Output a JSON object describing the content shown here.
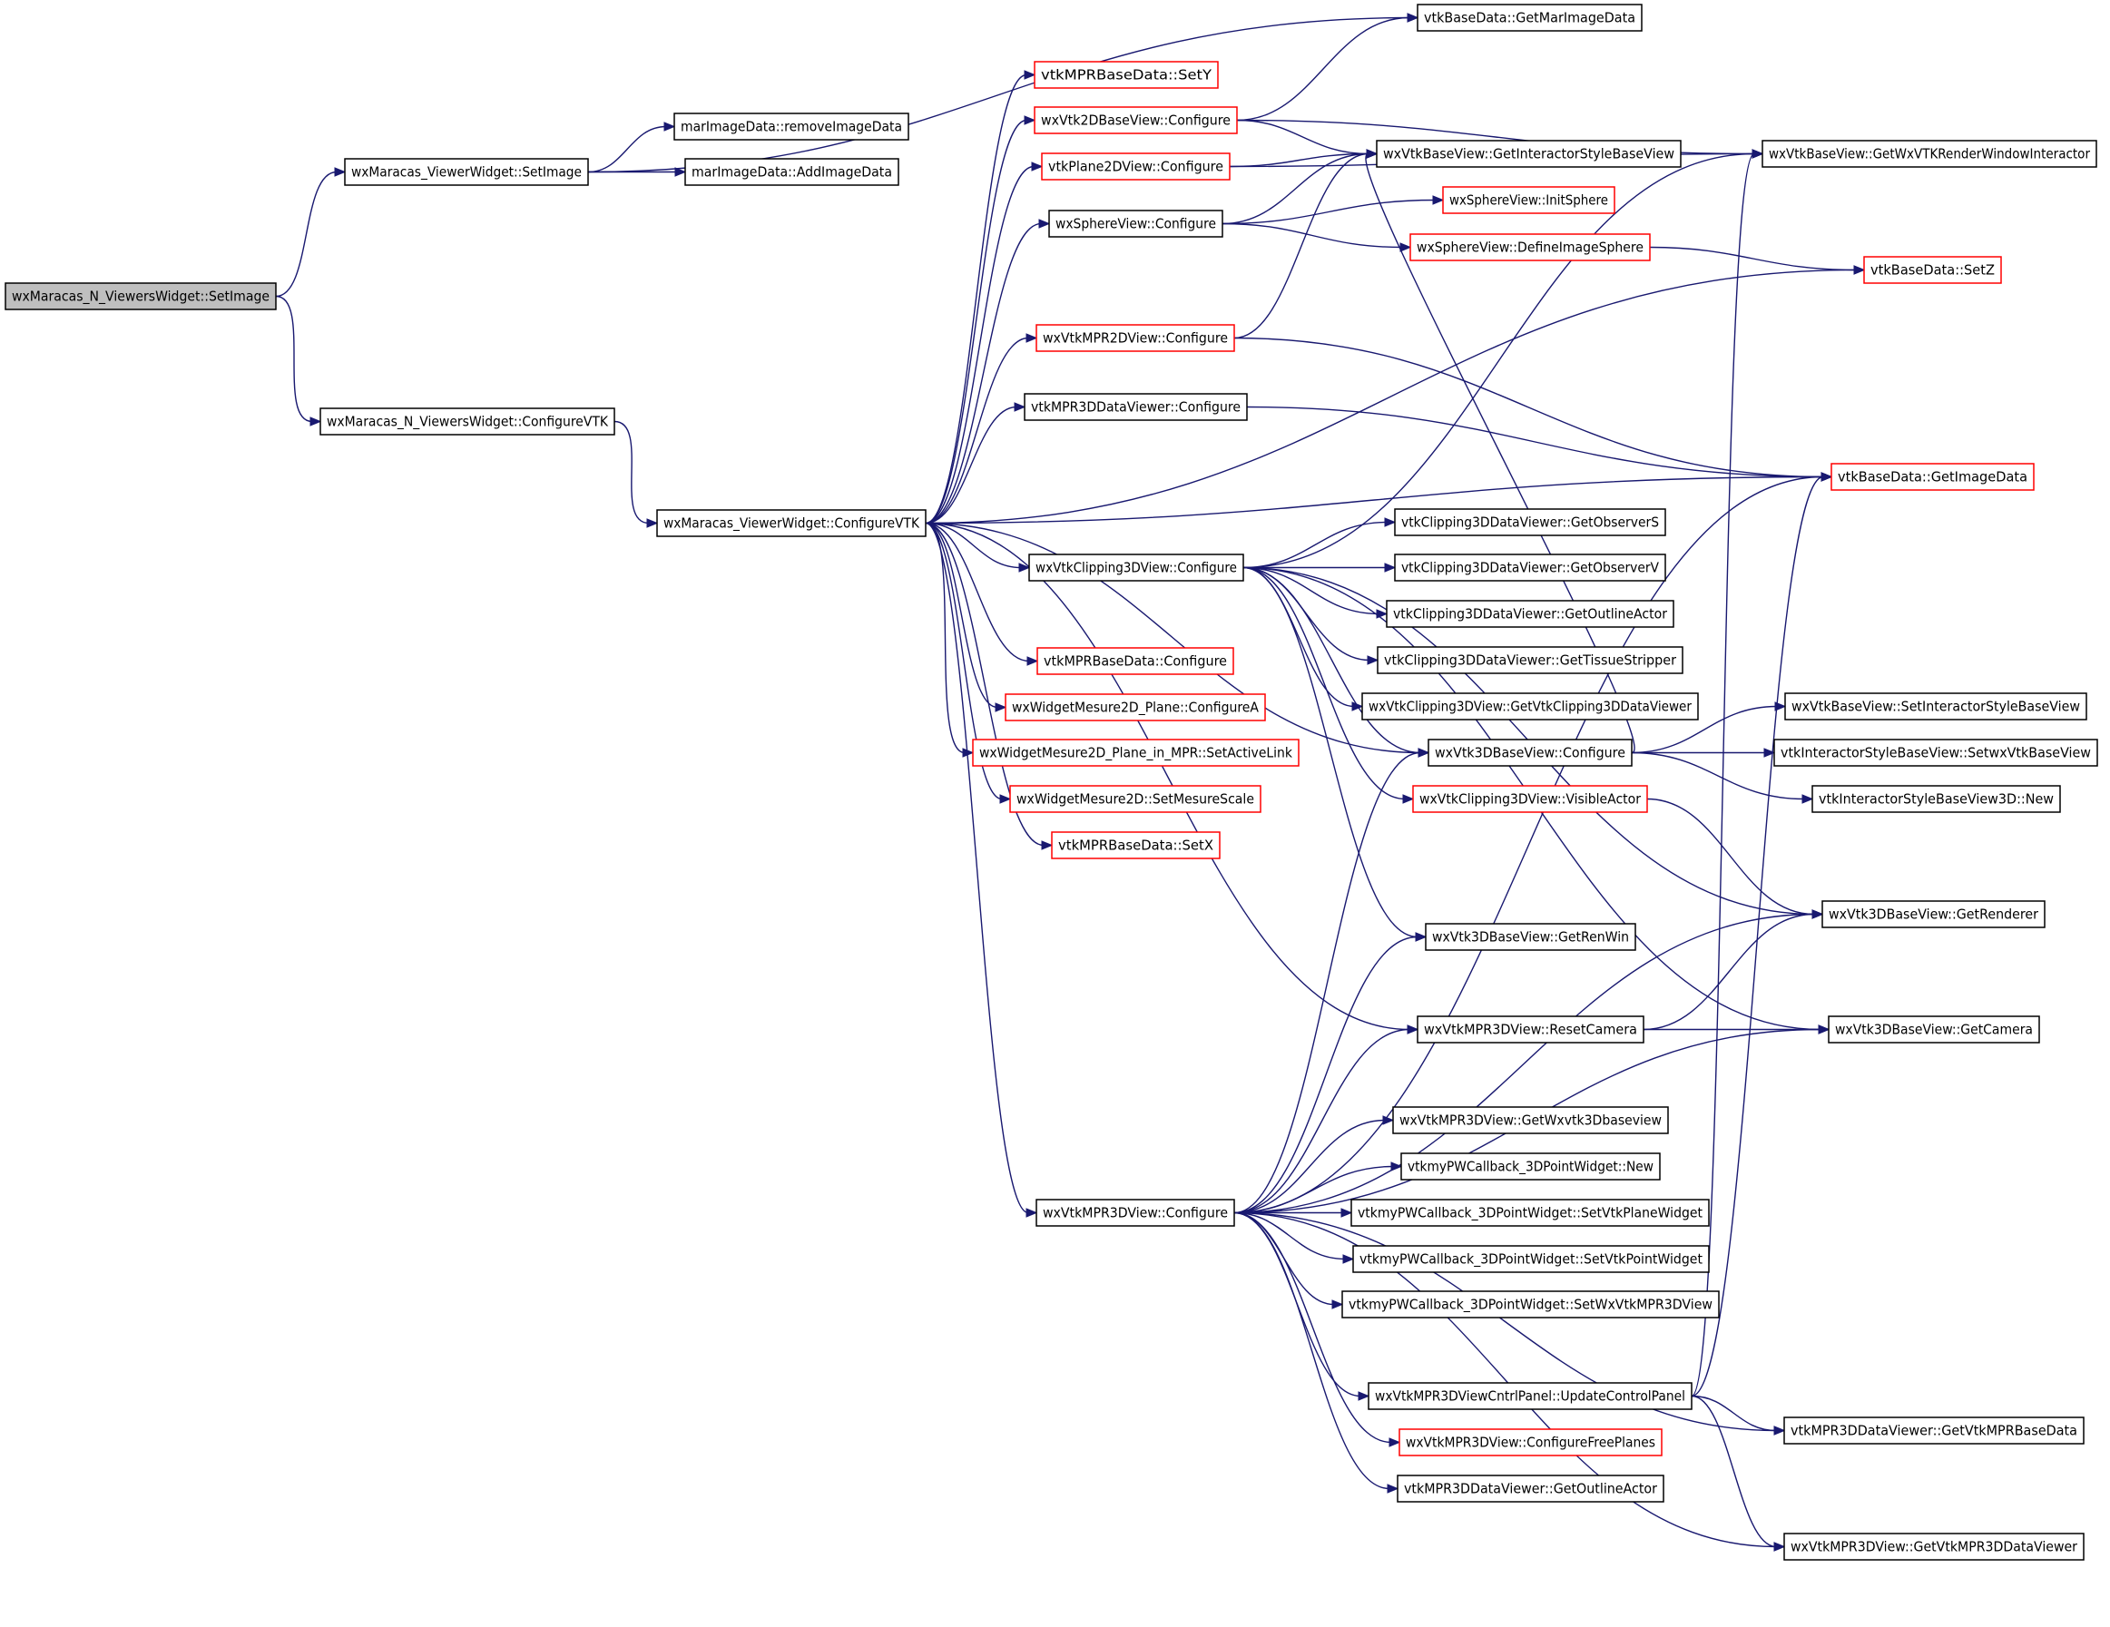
{
  "colors": {
    "edge": "#191970",
    "border_default": "#000000",
    "border_undocumented": "#ff0000",
    "fill_default": "#ffffff",
    "fill_root": "#bfbfbf"
  },
  "nodes": [
    {
      "id": "n_root",
      "label": "wxMaracas_N_ViewersWidget::SetImage",
      "style": "root"
    },
    {
      "id": "n_vw_setimage",
      "label": "wxMaracas_ViewerWidget::SetImage",
      "style": "normal"
    },
    {
      "id": "n_nvw_configvtk",
      "label": "wxMaracas_N_ViewersWidget::ConfigureVTK",
      "style": "normal"
    },
    {
      "id": "n_getmarimage",
      "label": "vtkBaseData::GetMarImageData",
      "style": "normal"
    },
    {
      "id": "n_removeimage",
      "label": "marImageData::removeImageData",
      "style": "normal"
    },
    {
      "id": "n_addimage",
      "label": "marImageData::AddImageData",
      "style": "normal"
    },
    {
      "id": "n_vw_configvtk",
      "label": "wxMaracas_ViewerWidget::ConfigureVTK",
      "style": "normal"
    },
    {
      "id": "n_sety",
      "label": "vtkMPRBaseData::SetY",
      "style": "red"
    },
    {
      "id": "n_2dbase_conf",
      "label": "wxVtk2DBaseView::Configure",
      "style": "red"
    },
    {
      "id": "n_plane2d_conf",
      "label": "vtkPlane2DView::Configure",
      "style": "red"
    },
    {
      "id": "n_sphere_conf",
      "label": "wxSphereView::Configure",
      "style": "normal"
    },
    {
      "id": "n_mpr2d_conf",
      "label": "wxVtkMPR2DView::Configure",
      "style": "red"
    },
    {
      "id": "n_mpr3ddv_conf",
      "label": "vtkMPR3DDataViewer::Configure",
      "style": "normal"
    },
    {
      "id": "n_clip3d_conf",
      "label": "wxVtkClipping3DView::Configure",
      "style": "normal"
    },
    {
      "id": "n_mprbase_conf",
      "label": "vtkMPRBaseData::Configure",
      "style": "red"
    },
    {
      "id": "n_wm2d_confa",
      "label": "wxWidgetMesure2D_Plane::ConfigureA",
      "style": "red"
    },
    {
      "id": "n_wm2d_setactive",
      "label": "wxWidgetMesure2D_Plane_in_MPR::SetActiveLink",
      "style": "red"
    },
    {
      "id": "n_wm2d_scale",
      "label": "wxWidgetMesure2D::SetMesureScale",
      "style": "red"
    },
    {
      "id": "n_setx",
      "label": "vtkMPRBaseData::SetX",
      "style": "red"
    },
    {
      "id": "n_mpr3d_conf",
      "label": "wxVtkMPR3DView::Configure",
      "style": "normal"
    },
    {
      "id": "n_getinterstyle",
      "label": "wxVtkBaseView::GetInteractorStyleBaseView",
      "style": "normal"
    },
    {
      "id": "n_initsphere",
      "label": "wxSphereView::InitSphere",
      "style": "red"
    },
    {
      "id": "n_defimgsphere",
      "label": "wxSphereView::DefineImageSphere",
      "style": "red"
    },
    {
      "id": "n_getobss",
      "label": "vtkClipping3DDataViewer::GetObserverS",
      "style": "normal"
    },
    {
      "id": "n_getobsv",
      "label": "vtkClipping3DDataViewer::GetObserverV",
      "style": "normal"
    },
    {
      "id": "n_getoutline_c",
      "label": "vtkClipping3DDataViewer::GetOutlineActor",
      "style": "normal"
    },
    {
      "id": "n_gettissue",
      "label": "vtkClipping3DDataViewer::GetTissueStripper",
      "style": "normal"
    },
    {
      "id": "n_getclipdv",
      "label": "wxVtkClipping3DView::GetVtkClipping3DDataViewer",
      "style": "normal"
    },
    {
      "id": "n_3dbase_conf",
      "label": "wxVtk3DBaseView::Configure",
      "style": "normal"
    },
    {
      "id": "n_visibleactor",
      "label": "wxVtkClipping3DView::VisibleActor",
      "style": "red"
    },
    {
      "id": "n_getrenwin",
      "label": "wxVtk3DBaseView::GetRenWin",
      "style": "normal"
    },
    {
      "id": "n_resetcam",
      "label": "wxVtkMPR3DView::ResetCamera",
      "style": "normal"
    },
    {
      "id": "n_getwx3d",
      "label": "wxVtkMPR3DView::GetWxvtk3Dbaseview",
      "style": "normal"
    },
    {
      "id": "n_pwcb_new",
      "label": "vtkmyPWCallback_3DPointWidget::New",
      "style": "normal"
    },
    {
      "id": "n_pwcb_plane",
      "label": "vtkmyPWCallback_3DPointWidget::SetVtkPlaneWidget",
      "style": "normal"
    },
    {
      "id": "n_pwcb_point",
      "label": "vtkmyPWCallback_3DPointWidget::SetVtkPointWidget",
      "style": "normal"
    },
    {
      "id": "n_pwcb_mpr3d",
      "label": "vtkmyPWCallback_3DPointWidget::SetWxVtkMPR3DView",
      "style": "normal"
    },
    {
      "id": "n_updatecp",
      "label": "wxVtkMPR3DViewCntrlPanel::UpdateControlPanel",
      "style": "normal"
    },
    {
      "id": "n_conffree",
      "label": "wxVtkMPR3DView::ConfigureFreePlanes",
      "style": "red"
    },
    {
      "id": "n_getoutline_m",
      "label": "vtkMPR3DDataViewer::GetOutlineActor",
      "style": "normal"
    },
    {
      "id": "n_getrwi",
      "label": "wxVtkBaseView::GetWxVTKRenderWindowInteractor",
      "style": "normal"
    },
    {
      "id": "n_setz",
      "label": "vtkBaseData::SetZ",
      "style": "red"
    },
    {
      "id": "n_getimage",
      "label": "vtkBaseData::GetImageData",
      "style": "red"
    },
    {
      "id": "n_setinterstyle",
      "label": "wxVtkBaseView::SetInteractorStyleBaseView",
      "style": "normal"
    },
    {
      "id": "n_setwxbase",
      "label": "vtkInteractorStyleBaseView::SetwxVtkBaseView",
      "style": "normal"
    },
    {
      "id": "n_is3d_new",
      "label": "vtkInteractorStyleBaseView3D::New",
      "style": "normal"
    },
    {
      "id": "n_getrenderer",
      "label": "wxVtk3DBaseView::GetRenderer",
      "style": "normal"
    },
    {
      "id": "n_getcamera",
      "label": "wxVtk3DBaseView::GetCamera",
      "style": "normal"
    },
    {
      "id": "n_getmprbase",
      "label": "vtkMPR3DDataViewer::GetVtkMPRBaseData",
      "style": "normal"
    },
    {
      "id": "n_getmpr3ddv",
      "label": "wxVtkMPR3DView::GetVtkMPR3DDataViewer",
      "style": "normal"
    }
  ],
  "edges": [
    {
      "from": "n_root",
      "to": "n_vw_setimage"
    },
    {
      "from": "n_root",
      "to": "n_nvw_configvtk"
    },
    {
      "from": "n_vw_setimage",
      "to": "n_getmarimage"
    },
    {
      "from": "n_vw_setimage",
      "to": "n_removeimage"
    },
    {
      "from": "n_vw_setimage",
      "to": "n_addimage"
    },
    {
      "from": "n_nvw_configvtk",
      "to": "n_vw_configvtk"
    },
    {
      "from": "n_vw_configvtk",
      "to": "n_sety"
    },
    {
      "from": "n_vw_configvtk",
      "to": "n_2dbase_conf"
    },
    {
      "from": "n_vw_configvtk",
      "to": "n_plane2d_conf"
    },
    {
      "from": "n_vw_configvtk",
      "to": "n_sphere_conf"
    },
    {
      "from": "n_vw_configvtk",
      "to": "n_setz"
    },
    {
      "from": "n_vw_configvtk",
      "to": "n_mpr2d_conf"
    },
    {
      "from": "n_vw_configvtk",
      "to": "n_mpr3ddv_conf"
    },
    {
      "from": "n_vw_configvtk",
      "to": "n_getimage"
    },
    {
      "from": "n_vw_configvtk",
      "to": "n_clip3d_conf"
    },
    {
      "from": "n_vw_configvtk",
      "to": "n_3dbase_conf"
    },
    {
      "from": "n_vw_configvtk",
      "to": "n_mprbase_conf"
    },
    {
      "from": "n_vw_configvtk",
      "to": "n_wm2d_confa"
    },
    {
      "from": "n_vw_configvtk",
      "to": "n_wm2d_setactive"
    },
    {
      "from": "n_vw_configvtk",
      "to": "n_wm2d_scale"
    },
    {
      "from": "n_vw_configvtk",
      "to": "n_setx"
    },
    {
      "from": "n_vw_configvtk",
      "to": "n_resetcam"
    },
    {
      "from": "n_vw_configvtk",
      "to": "n_mpr3d_conf"
    },
    {
      "from": "n_2dbase_conf",
      "to": "n_getmarimage"
    },
    {
      "from": "n_2dbase_conf",
      "to": "n_getinterstyle"
    },
    {
      "from": "n_2dbase_conf",
      "to": "n_getrwi"
    },
    {
      "from": "n_plane2d_conf",
      "to": "n_getinterstyle"
    },
    {
      "from": "n_plane2d_conf",
      "to": "n_getrwi"
    },
    {
      "from": "n_sphere_conf",
      "to": "n_getinterstyle"
    },
    {
      "from": "n_sphere_conf",
      "to": "n_initsphere"
    },
    {
      "from": "n_sphere_conf",
      "to": "n_defimgsphere"
    },
    {
      "from": "n_defimgsphere",
      "to": "n_setz"
    },
    {
      "from": "n_mpr2d_conf",
      "to": "n_getinterstyle"
    },
    {
      "from": "n_mpr2d_conf",
      "to": "n_getimage"
    },
    {
      "from": "n_mpr3ddv_conf",
      "to": "n_getimage"
    },
    {
      "from": "n_clip3d_conf",
      "to": "n_getrwi"
    },
    {
      "from": "n_clip3d_conf",
      "to": "n_getobss"
    },
    {
      "from": "n_clip3d_conf",
      "to": "n_getobsv"
    },
    {
      "from": "n_clip3d_conf",
      "to": "n_getoutline_c"
    },
    {
      "from": "n_clip3d_conf",
      "to": "n_gettissue"
    },
    {
      "from": "n_clip3d_conf",
      "to": "n_getclipdv"
    },
    {
      "from": "n_clip3d_conf",
      "to": "n_3dbase_conf"
    },
    {
      "from": "n_clip3d_conf",
      "to": "n_visibleactor"
    },
    {
      "from": "n_clip3d_conf",
      "to": "n_getrenwin"
    },
    {
      "from": "n_clip3d_conf",
      "to": "n_getrenderer"
    },
    {
      "from": "n_clip3d_conf",
      "to": "n_getcamera"
    },
    {
      "from": "n_3dbase_conf",
      "to": "n_getinterstyle"
    },
    {
      "from": "n_3dbase_conf",
      "to": "n_setinterstyle"
    },
    {
      "from": "n_3dbase_conf",
      "to": "n_setwxbase"
    },
    {
      "from": "n_3dbase_conf",
      "to": "n_is3d_new"
    },
    {
      "from": "n_visibleactor",
      "to": "n_getrenderer"
    },
    {
      "from": "n_resetcam",
      "to": "n_getrenderer"
    },
    {
      "from": "n_resetcam",
      "to": "n_getcamera"
    },
    {
      "from": "n_mpr3d_conf",
      "to": "n_3dbase_conf"
    },
    {
      "from": "n_mpr3d_conf",
      "to": "n_getrenwin"
    },
    {
      "from": "n_mpr3d_conf",
      "to": "n_resetcam"
    },
    {
      "from": "n_mpr3d_conf",
      "to": "n_getimage"
    },
    {
      "from": "n_mpr3d_conf",
      "to": "n_getrenderer"
    },
    {
      "from": "n_mpr3d_conf",
      "to": "n_getwx3d"
    },
    {
      "from": "n_mpr3d_conf",
      "to": "n_pwcb_new"
    },
    {
      "from": "n_mpr3d_conf",
      "to": "n_pwcb_plane"
    },
    {
      "from": "n_mpr3d_conf",
      "to": "n_pwcb_point"
    },
    {
      "from": "n_mpr3d_conf",
      "to": "n_pwcb_mpr3d"
    },
    {
      "from": "n_mpr3d_conf",
      "to": "n_getcamera"
    },
    {
      "from": "n_mpr3d_conf",
      "to": "n_updatecp"
    },
    {
      "from": "n_mpr3d_conf",
      "to": "n_conffree"
    },
    {
      "from": "n_mpr3d_conf",
      "to": "n_getoutline_m"
    },
    {
      "from": "n_mpr3d_conf",
      "to": "n_getmprbase"
    },
    {
      "from": "n_mpr3d_conf",
      "to": "n_getmpr3ddv"
    },
    {
      "from": "n_updatecp",
      "to": "n_getimage"
    },
    {
      "from": "n_updatecp",
      "to": "n_getmprbase"
    },
    {
      "from": "n_updatecp",
      "to": "n_getmpr3ddv"
    },
    {
      "from": "n_updatecp",
      "to": "n_getrwi"
    }
  ]
}
